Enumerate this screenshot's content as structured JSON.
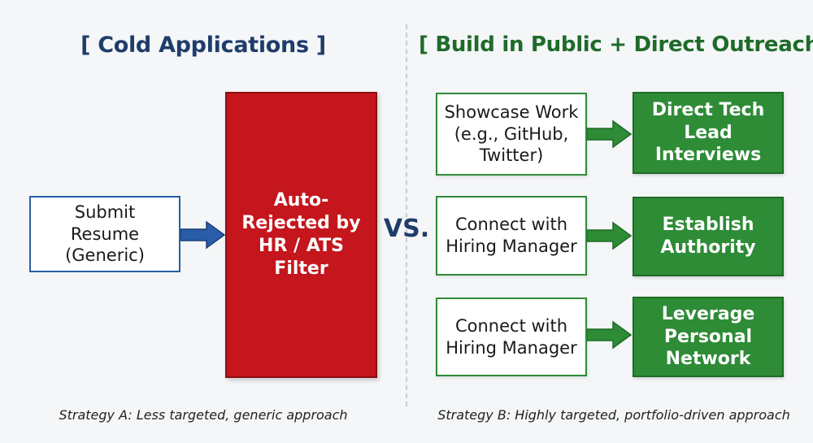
{
  "left": {
    "heading": "[ Cold Applications ]",
    "step_box": "Submit Resume (Generic)",
    "result_box": "Auto-Rejected by HR / ATS Filter",
    "caption": "Strategy A: Less targeted, generic approach",
    "colors": {
      "accent": "#2a5da8",
      "result": "#c4161c",
      "heading": "#1f3d6b"
    }
  },
  "vs_label": "VS.",
  "right": {
    "heading": "[ Build in Public + Direct Outreach ]",
    "rows": [
      {
        "action": "Showcase Work (e.g., GitHub, Twitter)",
        "outcome": "Direct Tech Lead Interviews"
      },
      {
        "action": "Connect with Hiring Manager",
        "outcome": "Establish Authority"
      },
      {
        "action": "Connect with Hiring Manager",
        "outcome": "Leverage Personal Network"
      }
    ],
    "caption": "Strategy B: Highly targeted, portfolio-driven approach",
    "colors": {
      "accent": "#2f8a3a",
      "outcome": "#2e8b36",
      "heading": "#1f6b2a"
    }
  },
  "icons": [
    "arrow-right-icon"
  ]
}
